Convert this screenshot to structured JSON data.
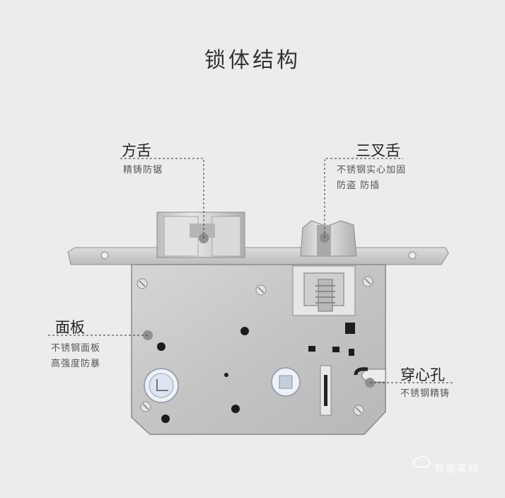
{
  "title": "锁体结构",
  "callouts": {
    "square_tongue": {
      "title": "方舌",
      "desc": [
        "精铸防锯"
      ]
    },
    "triple_tongue": {
      "title": "三叉舌",
      "desc": [
        "不锈钢实心加固",
        "防盗 防插"
      ]
    },
    "panel": {
      "title": "面板",
      "desc": [
        "不锈钢面板",
        "高强度防暴"
      ]
    },
    "through_hole": {
      "title": "穿心孔",
      "desc": [
        "不锈钢精铸"
      ]
    }
  },
  "watermark": {
    "text": "智能家网"
  },
  "colors": {
    "background": "#ececec",
    "steel": "#c9c9c9",
    "steel_dark": "#9a9a9a",
    "dot": "#8a8a8a",
    "leader": "#333333"
  }
}
